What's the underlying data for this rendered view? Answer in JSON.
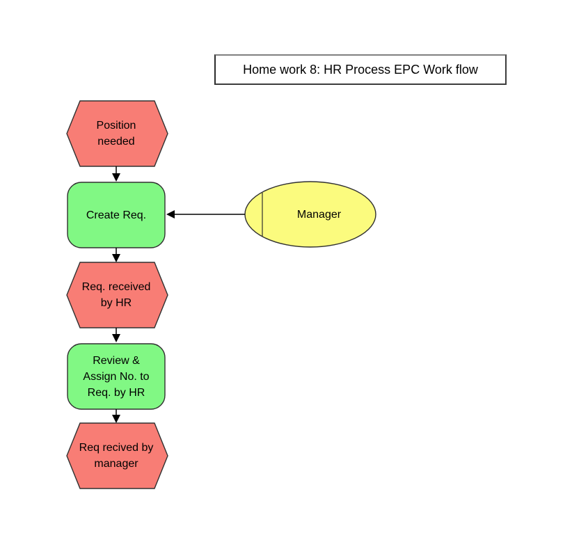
{
  "title": "Home work 8: HR Process EPC Work flow",
  "colors": {
    "event_fill": "#f87d75",
    "function_fill": "#81f884",
    "organization_fill": "#fbfb7e",
    "shape_stroke": "#303030",
    "connector": "#000000",
    "text": "#000000",
    "background": "#ffffff"
  },
  "nodes": [
    {
      "id": "event-position-needed",
      "type": "event",
      "lines": [
        "Position",
        "needed"
      ]
    },
    {
      "id": "function-create-req",
      "type": "function",
      "lines": [
        "Create Req."
      ]
    },
    {
      "id": "org-manager",
      "type": "organization",
      "lines": [
        "Manager"
      ]
    },
    {
      "id": "event-req-received-hr",
      "type": "event",
      "lines": [
        "Req. received",
        "by HR"
      ]
    },
    {
      "id": "function-review-assign",
      "type": "function",
      "lines": [
        "Review &",
        "Assign No. to",
        "Req. by HR"
      ]
    },
    {
      "id": "event-req-recived-mgr",
      "type": "event",
      "lines": [
        "Req recived by",
        "manager"
      ]
    }
  ],
  "edges": [
    {
      "from": "event-position-needed",
      "to": "function-create-req",
      "direction": "down"
    },
    {
      "from": "org-manager",
      "to": "function-create-req",
      "direction": "left"
    },
    {
      "from": "function-create-req",
      "to": "event-req-received-hr",
      "direction": "down"
    },
    {
      "from": "event-req-received-hr",
      "to": "function-review-assign",
      "direction": "down"
    },
    {
      "from": "function-review-assign",
      "to": "event-req-recived-mgr",
      "direction": "down"
    }
  ]
}
